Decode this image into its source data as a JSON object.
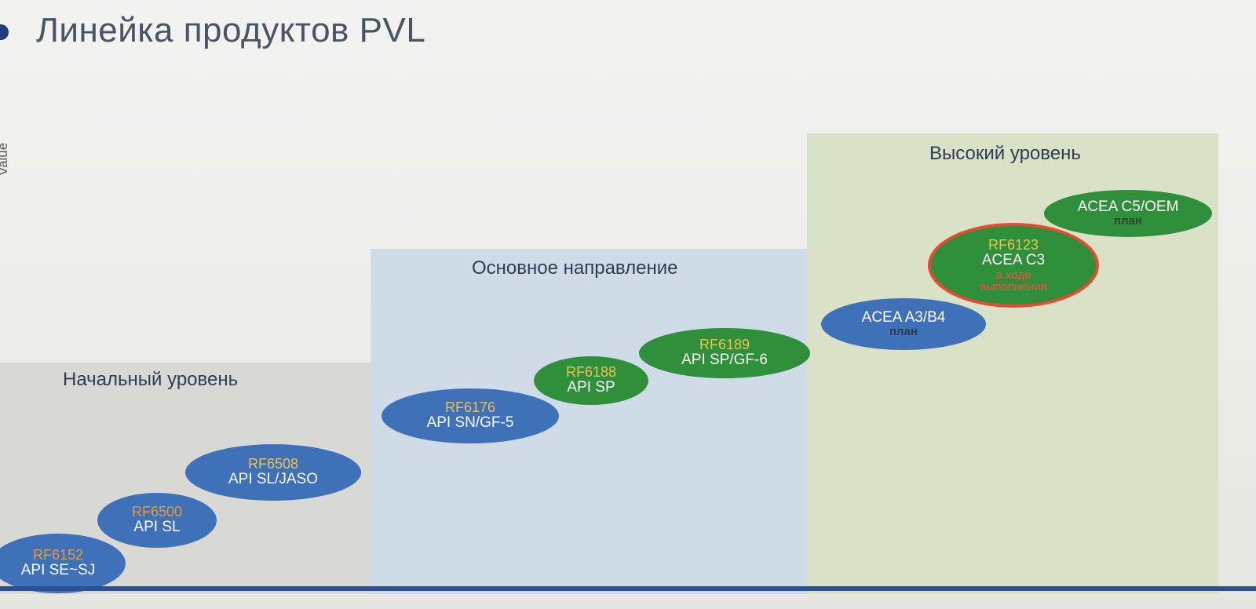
{
  "header": {
    "title": "Линейка продуктов PVL",
    "axis_label": "Value"
  },
  "panels": {
    "basic": {
      "title": "Начальный уровень"
    },
    "main": {
      "title": "Основное направление"
    },
    "high": {
      "title": "Высокий уровень"
    }
  },
  "products": [
    {
      "code": "RF6152",
      "spec": "API SE~SJ"
    },
    {
      "code": "RF6500",
      "spec": "API SL"
    },
    {
      "code": "RF6508",
      "spec": "API SL/JASO"
    },
    {
      "code": "RF6176",
      "spec": "API SN/GF-5"
    },
    {
      "code": "RF6188",
      "spec": "API SP"
    },
    {
      "code": "RF6189",
      "spec": "API SP/GF-6"
    },
    {
      "spec": "ACEA A3/B4",
      "note": "план"
    },
    {
      "code": "RF6123",
      "spec": "ACEA C3",
      "note_line1": "в ходе",
      "note_line2": "выполнения"
    },
    {
      "spec": "ACEA C5/OEM",
      "note": "план"
    }
  ],
  "colors": {
    "blue_oval": "#3f71b9",
    "green_oval": "#2f8f3a",
    "code_text": "#e8c44f",
    "in_progress": "#e64a32",
    "baseline": "#2e4f96"
  }
}
